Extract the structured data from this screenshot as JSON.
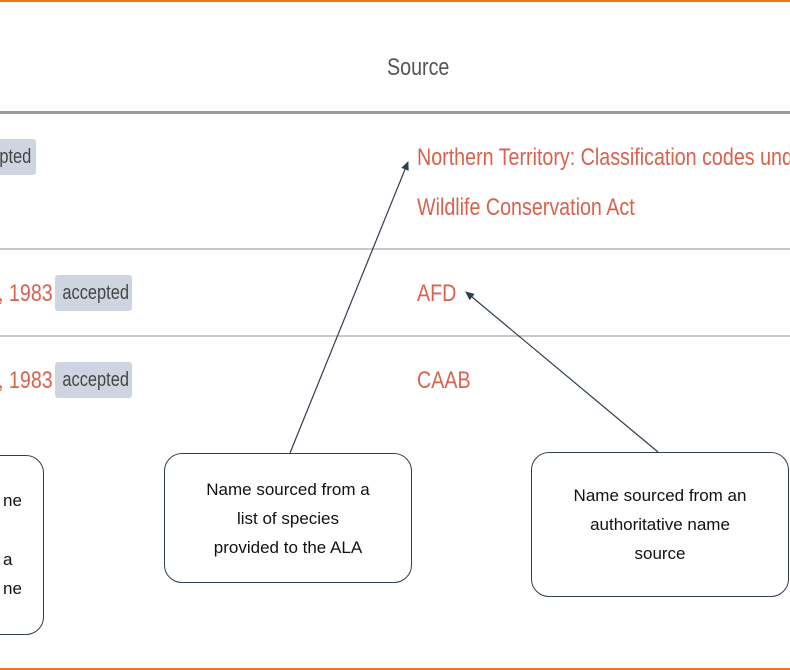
{
  "header": {
    "source_label": "Source"
  },
  "rows": [
    {
      "badge": "pted",
      "source": [
        "Northern Territory: Classification codes under t",
        "Wildlife Conservation Act"
      ]
    },
    {
      "year": ", 1983",
      "badge": "accepted",
      "source": [
        "AFD"
      ]
    },
    {
      "year": ", 1983",
      "badge": "accepted",
      "source": [
        "CAAB"
      ]
    }
  ],
  "callouts": {
    "left_fragments": [
      "ne",
      "a",
      "ne"
    ],
    "middle": [
      "Name sourced from a",
      "list of species",
      "provided to the ALA"
    ],
    "right": [
      "Name sourced from an",
      "authoritative name",
      "source"
    ]
  },
  "colors": {
    "link": "#d9624f",
    "badge_bg": "#cfd5e0",
    "frame": "#e87722",
    "callout_border": "#2f3e50"
  }
}
